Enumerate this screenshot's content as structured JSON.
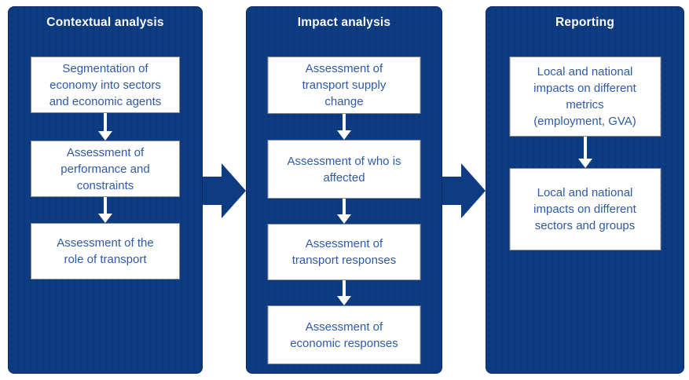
{
  "diagram": {
    "colors": {
      "panel": "#0d3c82",
      "boxbg": "#ffffff",
      "boxtext": "#2f5aa5",
      "boxborder": "#8c8c8c",
      "headertext": "#ffffff",
      "arrow": "#ffffff",
      "pagebg": "#ffffff"
    },
    "columns": [
      {
        "title": "Contextual analysis",
        "boxes": [
          "Segmentation of\neconomy into sectors\nand economic agents",
          "Assessment of\nperformance and\nconstraints",
          "Assessment of the\nrole of transport"
        ]
      },
      {
        "title": "Impact analysis",
        "boxes": [
          "Assessment of\ntransport supply\nchange",
          "Assessment of who is\naffected",
          "Assessment of\ntransport responses",
          "Assessment of\neconomic responses"
        ]
      },
      {
        "title": "Reporting",
        "boxes": [
          "Local and national\nimpacts on different\nmetrics\n(employment, GVA)",
          "Local and national\nimpacts on different\nsectors and groups"
        ]
      }
    ]
  }
}
